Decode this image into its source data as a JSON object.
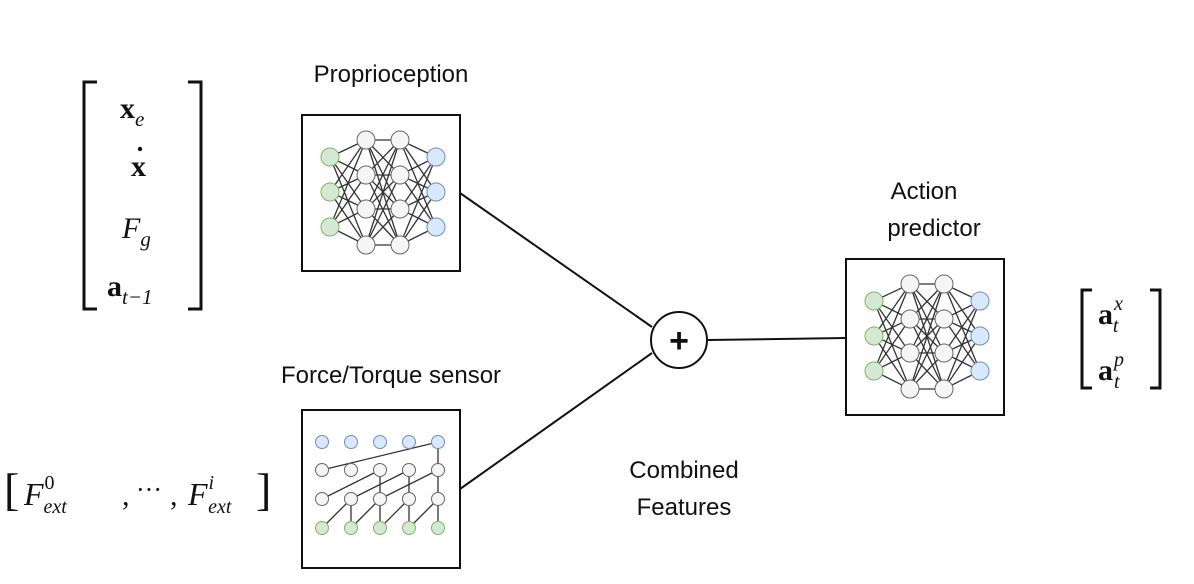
{
  "labels": {
    "proprioception": "Proprioception",
    "force_torque": "Force/Torque sensor",
    "action_line1": "Action",
    "action_line2": "predictor",
    "combined_line1": "Combined",
    "combined_line2": "Features",
    "plus": "+"
  },
  "proprio_vector": {
    "x_e": {
      "base": "x",
      "sub": "e"
    },
    "x_dot": {
      "base": "x"
    },
    "f_g": {
      "base": "F",
      "sub": "g"
    },
    "a_prev": {
      "base": "a",
      "sub": "t−1"
    }
  },
  "force_vector": {
    "bracket_open": "[",
    "first": {
      "base": "F",
      "sub": "ext",
      "sup": "0"
    },
    "comma1": ",",
    "dots": "···",
    "comma2": ",",
    "last": {
      "base": "F",
      "sub": "ext",
      "sup": "i"
    },
    "bracket_close": "]"
  },
  "action_vector": {
    "a_x": {
      "base": "a",
      "sub": "t",
      "sup": "x"
    },
    "a_p": {
      "base": "a",
      "sub": "t",
      "sup": "p"
    }
  },
  "colors": {
    "input_node": "#d5e8d4",
    "input_stroke": "#82b366",
    "hidden_node": "#f5f5f5",
    "hidden_stroke": "#666666",
    "output_node": "#dae8fc",
    "output_stroke": "#6c8ebf"
  }
}
